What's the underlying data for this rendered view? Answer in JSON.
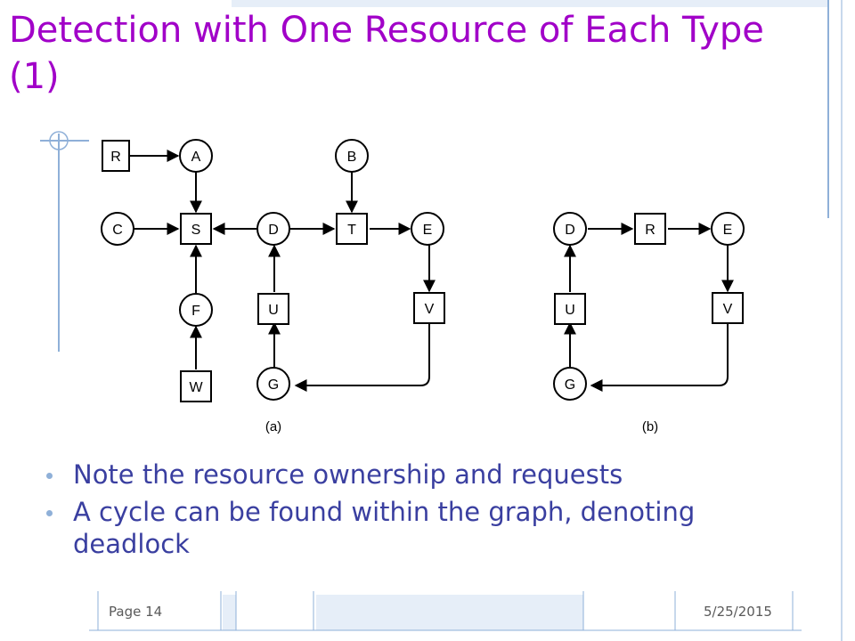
{
  "title": "Detection with One Resource of Each Type (1)",
  "diagram": {
    "a": {
      "caption": "(a)",
      "processes": [
        "A",
        "B",
        "C",
        "D",
        "E",
        "F",
        "G"
      ],
      "resources": [
        "R",
        "S",
        "T",
        "U",
        "V",
        "W"
      ]
    },
    "b": {
      "caption": "(b)",
      "processes": [
        "D",
        "E",
        "G"
      ],
      "resources": [
        "R",
        "U",
        "V"
      ]
    }
  },
  "bullets": [
    "Note the resource ownership and requests",
    "A cycle can be found within the graph, denoting deadlock"
  ],
  "footer": {
    "page": "Page 14",
    "date": "5/25/2015"
  },
  "colors": {
    "title": "#a100c8",
    "bullet_text": "#3a3fa0",
    "decoration": "#8fb0d8"
  }
}
